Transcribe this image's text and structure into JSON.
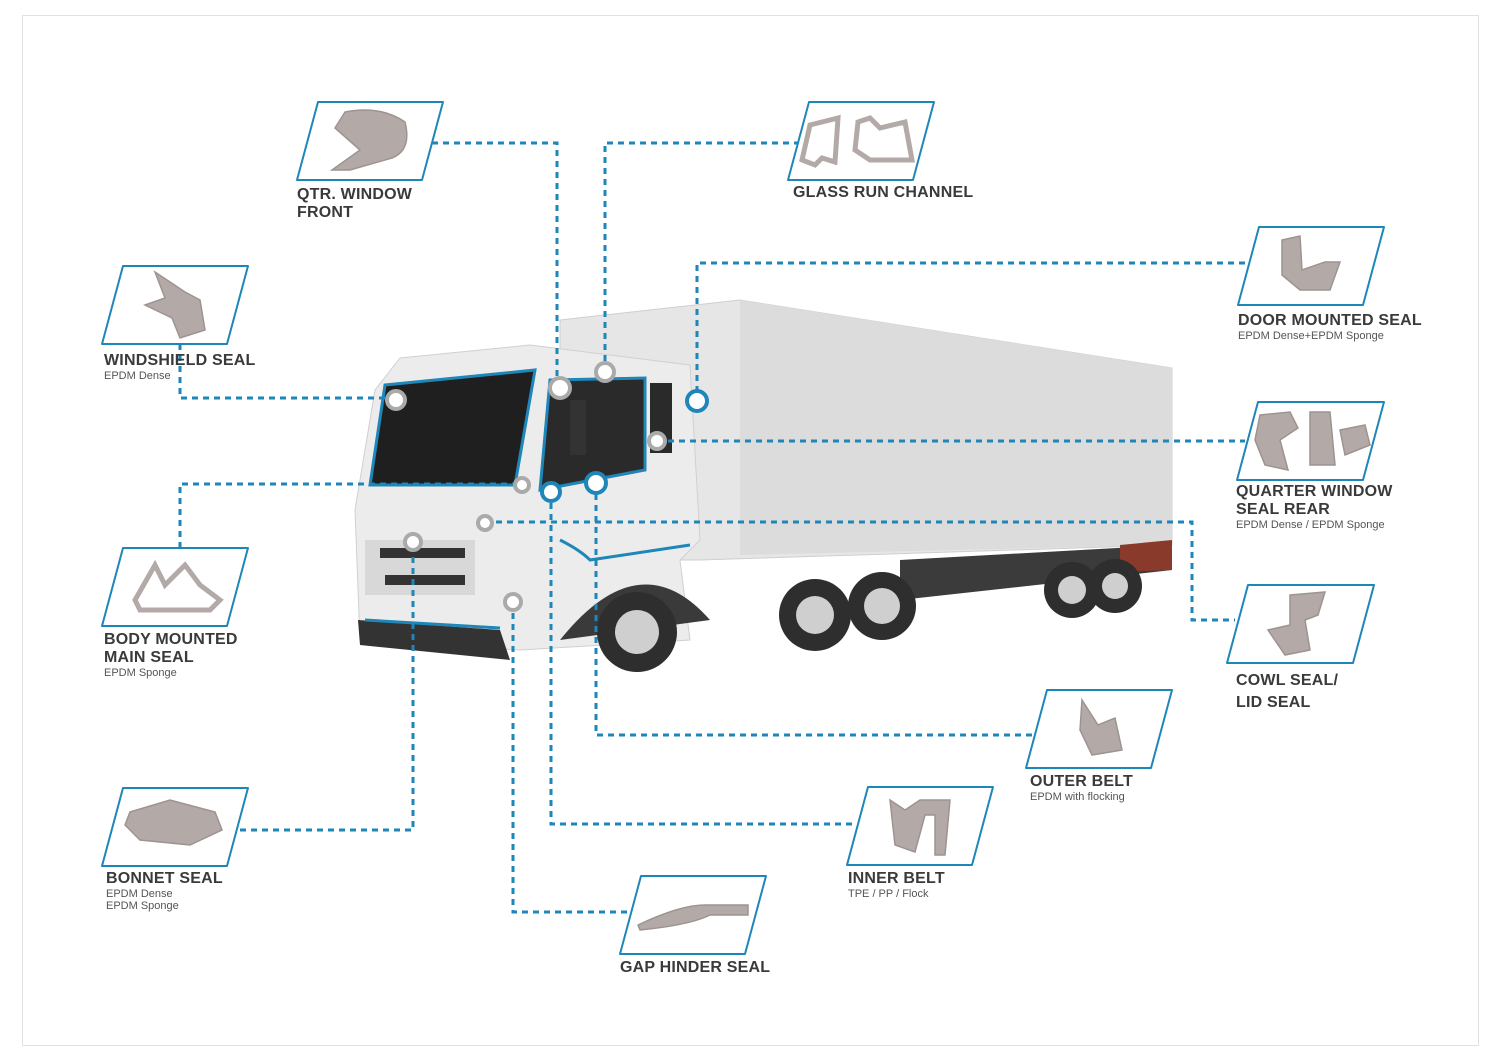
{
  "colors": {
    "accent": "#1e86b8",
    "seal": "#b3aaa8",
    "truck": "#e4e4e4",
    "text": "#3a3a3a"
  },
  "callouts": [
    {
      "id": "qtr-window-front",
      "title": "QTR. WINDOW\nFRONT",
      "sub": ""
    },
    {
      "id": "glass-run-channel",
      "title": "GLASS RUN CHANNEL",
      "sub": ""
    },
    {
      "id": "door-mounted-seal",
      "title": "DOOR MOUNTED SEAL",
      "sub": "EPDM Dense+EPDM Sponge"
    },
    {
      "id": "windshield-seal",
      "title": "WINDSHIELD SEAL",
      "sub": "EPDM Dense"
    },
    {
      "id": "quarter-window-seal-rear",
      "title": "QUARTER WINDOW\nSEAL REAR",
      "sub": "EPDM Dense / EPDM Sponge"
    },
    {
      "id": "body-mounted-main-seal",
      "title": "BODY MOUNTED\nMAIN SEAL",
      "sub": "EPDM Sponge"
    },
    {
      "id": "cowl-seal",
      "title": "COWL SEAL/\nLID SEAL",
      "sub": ""
    },
    {
      "id": "outer-belt",
      "title": "OUTER BELT",
      "sub": "EPDM with flocking"
    },
    {
      "id": "inner-belt",
      "title": "INNER BELT",
      "sub": "TPE / PP / Flock"
    },
    {
      "id": "bonnet-seal",
      "title": "BONNET SEAL",
      "sub": "EPDM Dense\nEPDM Sponge"
    },
    {
      "id": "gap-hinder-seal",
      "title": "GAP HINDER SEAL",
      "sub": ""
    }
  ]
}
